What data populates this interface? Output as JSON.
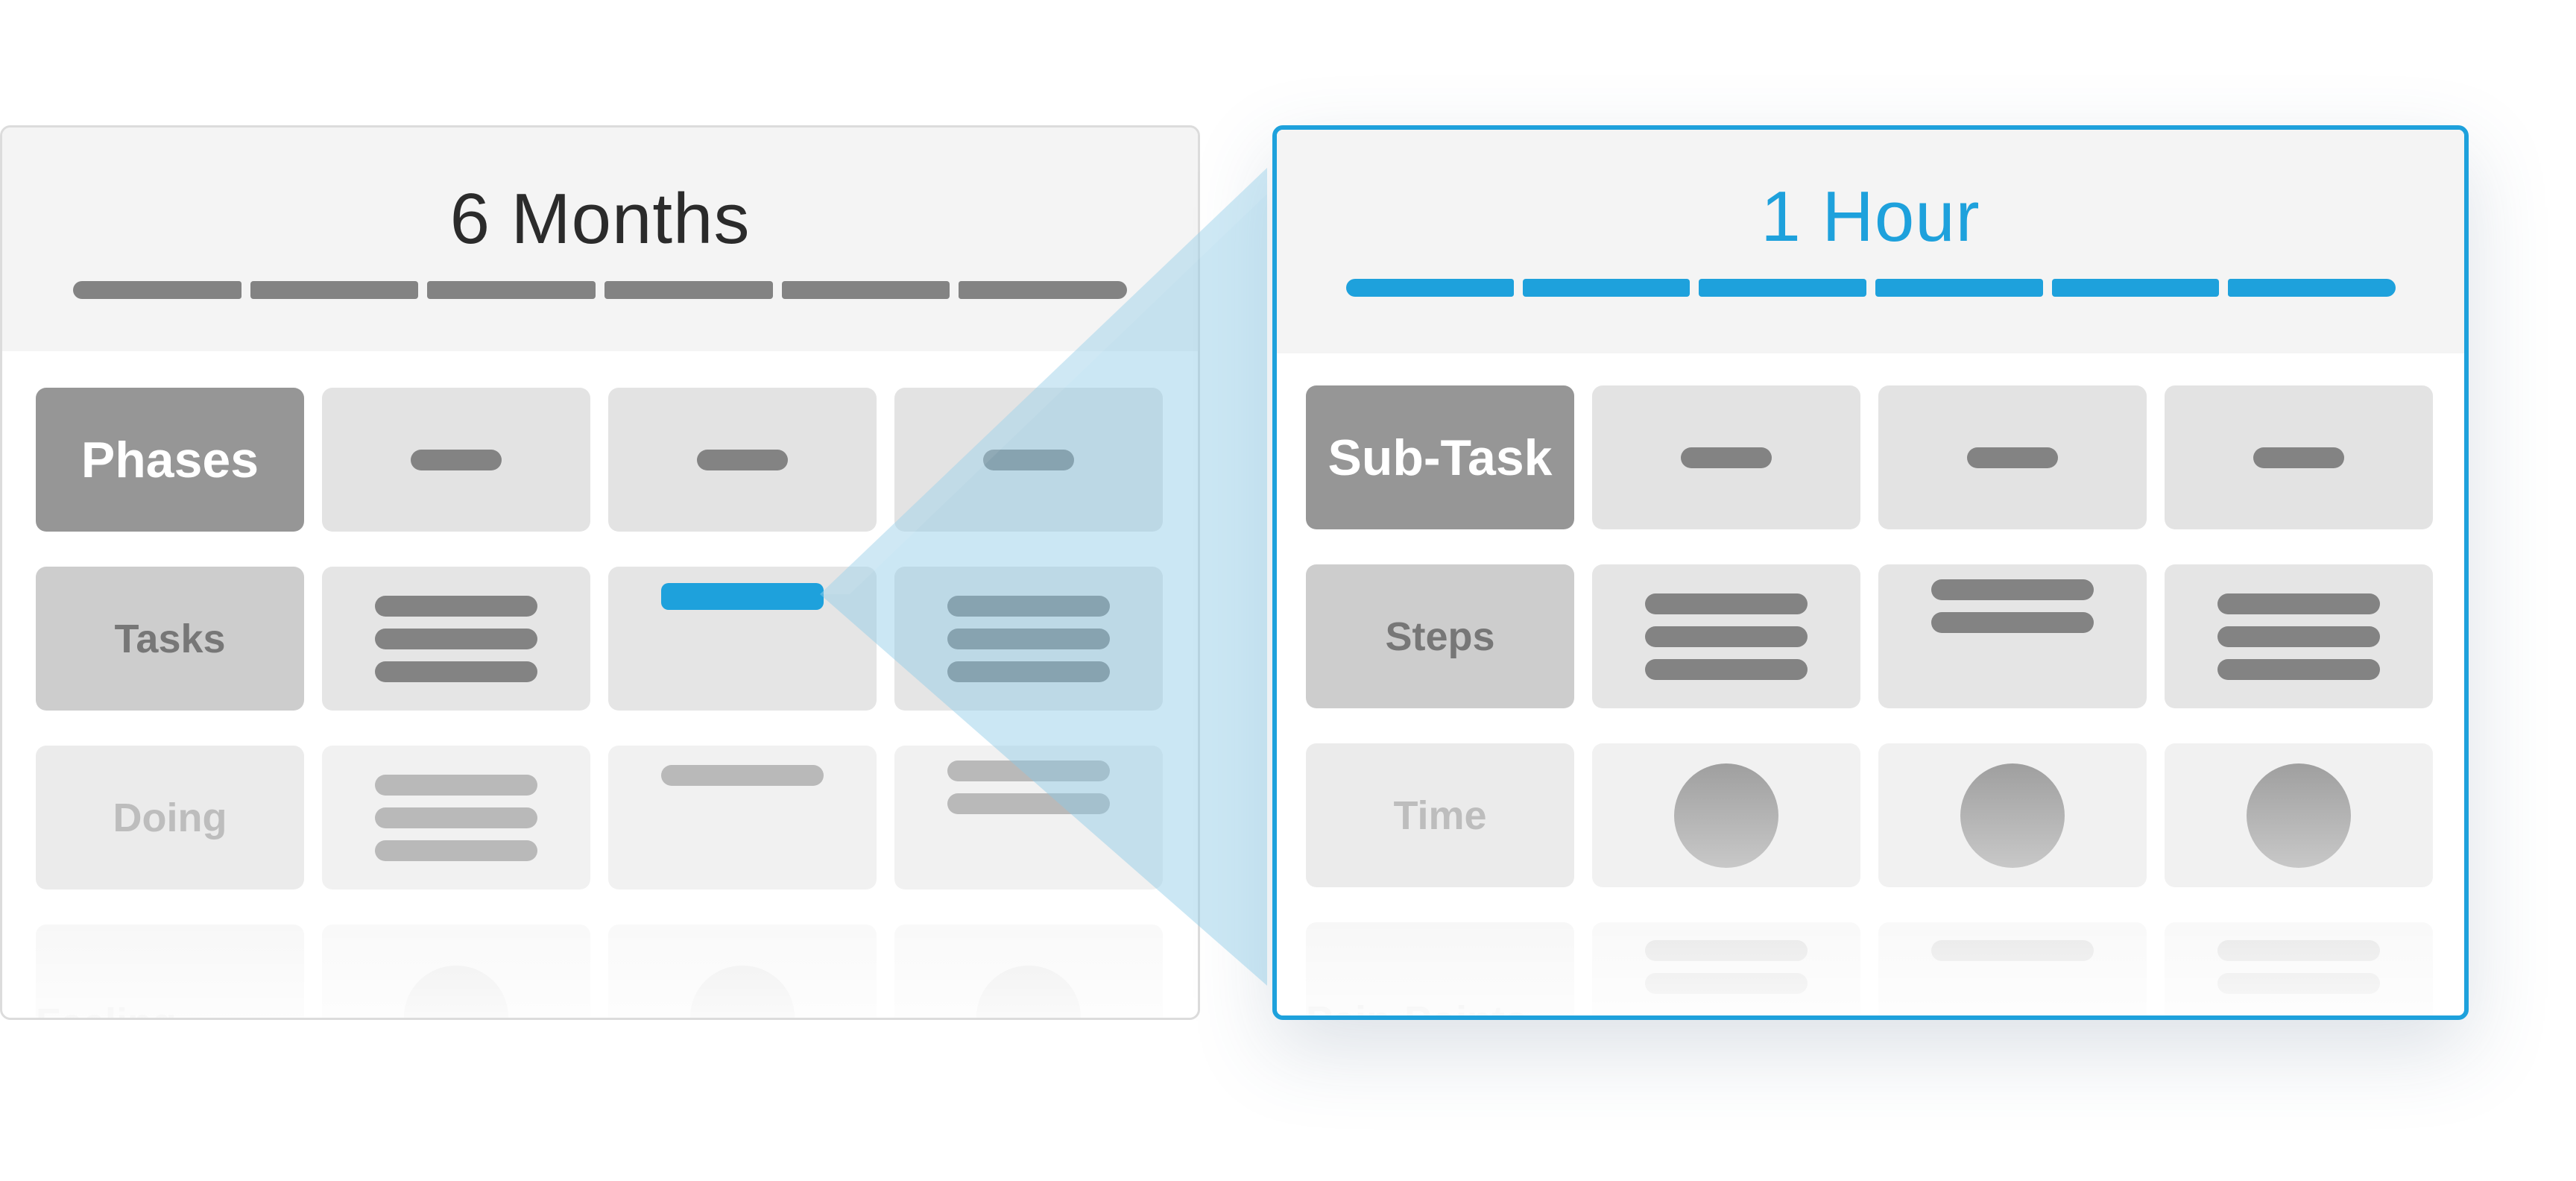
{
  "left_card": {
    "title": "6 Months",
    "rows": [
      "Phases",
      "Tasks",
      "Doing",
      "Feeling"
    ]
  },
  "right_card": {
    "title": "1 Hour",
    "rows": [
      "Sub-Task",
      "Steps",
      "Time",
      "Pain-Points"
    ]
  },
  "colors": {
    "accent": "#1ea1dc",
    "neutral_bar": "#838383",
    "header_bg": "#f4f4f4"
  }
}
